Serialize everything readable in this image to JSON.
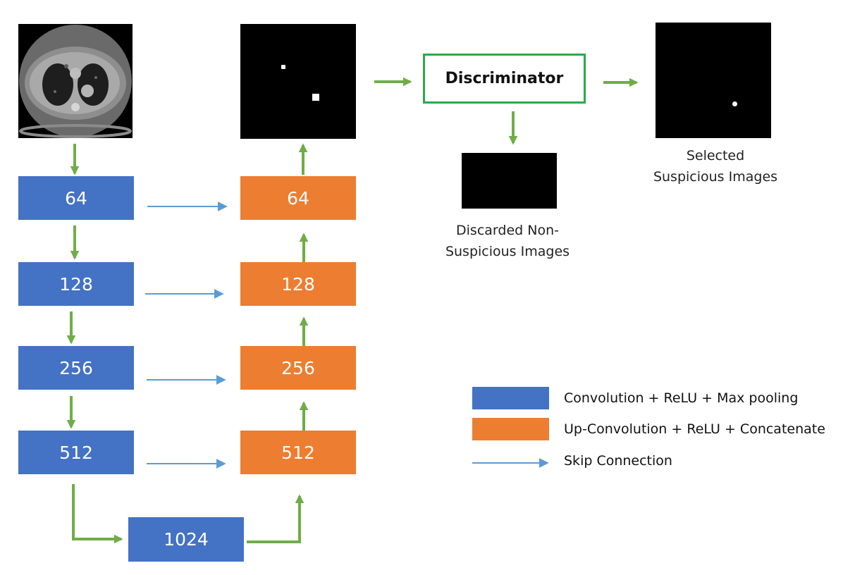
{
  "colors": {
    "encoder": "#4472c4",
    "decoder": "#ed7d31",
    "flow_arrow": "#70ad47",
    "skip_arrow": "#5b9bd5",
    "discriminator_border": "#2ea84a"
  },
  "encoder": {
    "blocks": [
      {
        "label": "64"
      },
      {
        "label": "128"
      },
      {
        "label": "256"
      },
      {
        "label": "512"
      }
    ],
    "bottleneck": {
      "label": "1024"
    }
  },
  "decoder": {
    "blocks": [
      {
        "label": "64"
      },
      {
        "label": "128"
      },
      {
        "label": "256"
      },
      {
        "label": "512"
      }
    ]
  },
  "discriminator": {
    "label": "Discriminator"
  },
  "captions": {
    "discarded_line1": "Discarded Non-",
    "discarded_line2": "Suspicious Images",
    "selected_line1": "Selected",
    "selected_line2": "Suspicious Images"
  },
  "legend": {
    "items": [
      {
        "label": "Convolution + ReLU + Max pooling",
        "icon": "blue-rectangle"
      },
      {
        "label": "Up-Convolution + ReLU + Concatenate",
        "icon": "orange-rectangle"
      },
      {
        "label": "Skip Connection",
        "icon": "blue-arrow"
      }
    ]
  }
}
